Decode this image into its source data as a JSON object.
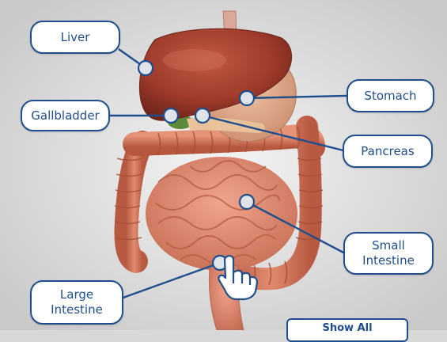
{
  "labels": {
    "liver": "Liver",
    "gallbladder": "Gallbladder",
    "stomach": "Stomach",
    "pancreas": "Pancreas",
    "small_intestine": "Small\nIntestine",
    "large_intestine": "Large\nIntestine"
  },
  "show_all_button": "Show All",
  "colors": {
    "accent": "#1f4e8c",
    "label_background": "#ffffff",
    "background": "#d8d8d8",
    "organ_flesh": "#d9826a",
    "liver": "#9c3a2c"
  },
  "icons": {
    "cursor": "pointing-hand-icon"
  }
}
